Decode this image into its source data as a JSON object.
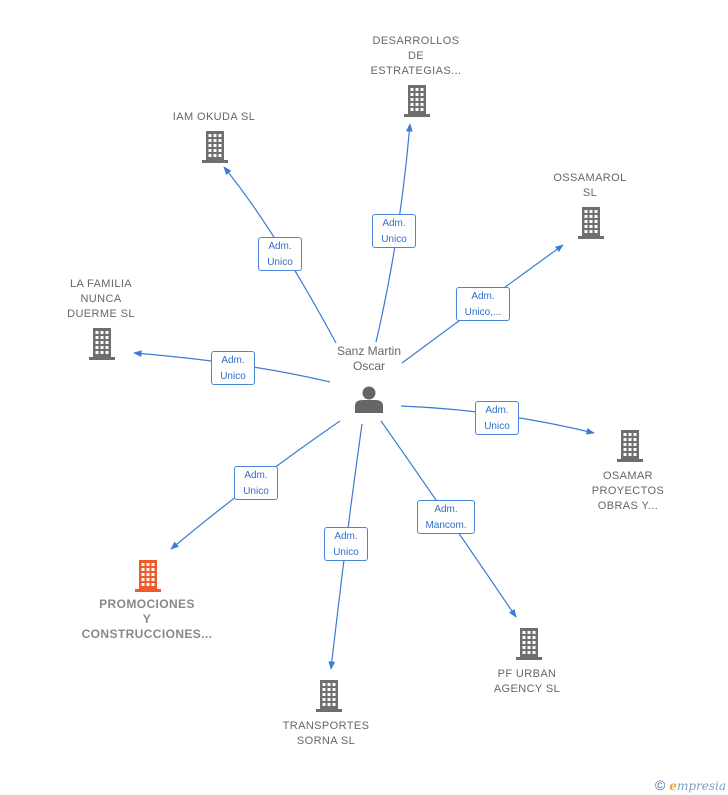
{
  "colors": {
    "edge": "#3a7bd5",
    "building": "#6e6e6e",
    "building_highlight": "#f15a2a",
    "person": "#666666"
  },
  "center": {
    "name": "Sanz Martin\nOscar",
    "icon": "person-icon"
  },
  "nodes": [
    {
      "id": "desarrollos",
      "label": "DESARROLLOS\nDE\nESTRATEGIAS...",
      "icon": "building-icon",
      "highlight": false
    },
    {
      "id": "iam",
      "label": "IAM OKUDA  SL",
      "icon": "building-icon",
      "highlight": false
    },
    {
      "id": "ossamarol",
      "label": "OSSAMAROL\nSL",
      "icon": "building-icon",
      "highlight": false
    },
    {
      "id": "familia",
      "label": "LA FAMILIA\nNUNCA\nDUERME SL",
      "icon": "building-icon",
      "highlight": false
    },
    {
      "id": "osamar",
      "label": "OSAMAR\nPROYECTOS\nOBRAS Y...",
      "icon": "building-icon",
      "highlight": false
    },
    {
      "id": "promociones",
      "label": "PROMOCIONES\nY\nCONSTRUCCIONES...",
      "icon": "building-icon",
      "highlight": true
    },
    {
      "id": "pfurban",
      "label": "PF URBAN\nAGENCY SL",
      "icon": "building-icon",
      "highlight": false
    },
    {
      "id": "transportes",
      "label": "TRANSPORTES\nSORNA  SL",
      "icon": "building-icon",
      "highlight": false
    }
  ],
  "edges": [
    {
      "to": "desarrollos",
      "label": "Adm.\nUnico"
    },
    {
      "to": "iam",
      "label": "Adm.\nUnico"
    },
    {
      "to": "ossamarol",
      "label": "Adm.\nUnico,..."
    },
    {
      "to": "familia",
      "label": "Adm.\nUnico"
    },
    {
      "to": "osamar",
      "label": "Adm.\nUnico"
    },
    {
      "to": "promociones",
      "label": "Adm.\nUnico"
    },
    {
      "to": "pfurban",
      "label": "Adm.\nMancom."
    },
    {
      "to": "transportes",
      "label": "Adm.\nUnico"
    }
  ],
  "footer": {
    "copyright": "©",
    "brand_first": "e",
    "brand_rest": "mpresia"
  }
}
